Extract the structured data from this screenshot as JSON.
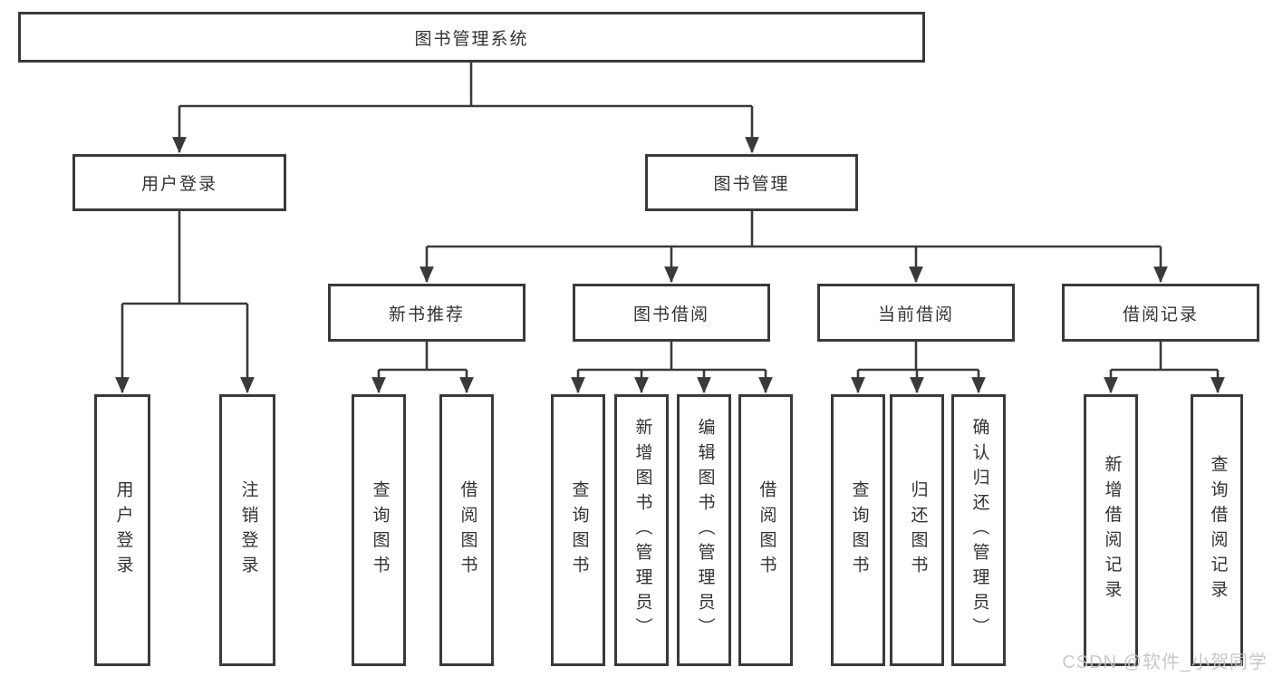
{
  "diagram": {
    "title_node": "图书管理系统",
    "nodes": {
      "root": "图书管理系统",
      "user_login": "用户登录",
      "book_management": "图书管理",
      "new_book_recommend": "新书推荐",
      "book_borrowing": "图书借阅",
      "current_borrowing": "当前借阅",
      "borrowing_records": "借阅记录",
      "leaf_user_login": "用户登录",
      "leaf_logout": "注销登录",
      "leaf_nb_query_books": "查询图书",
      "leaf_nb_borrow_books": "借阅图书",
      "leaf_bb_query_books": "查询图书",
      "leaf_bb_add_books": "新增图书（管理员）",
      "leaf_bb_edit_books": "编辑图书（管理员）",
      "leaf_bb_borrow_books": "借阅图书",
      "leaf_cb_query_books": "查询图书",
      "leaf_cb_return_books": "归还图书",
      "leaf_cb_confirm_return": "确认归还（管理员）",
      "leaf_br_add_record": "新增借阅记录",
      "leaf_br_query_record": "查询借阅记录"
    },
    "hierarchy": [
      {
        "parent": "图书管理系统",
        "children": [
          "用户登录",
          "图书管理"
        ]
      },
      {
        "parent": "用户登录",
        "children": [
          "用户登录",
          "注销登录"
        ]
      },
      {
        "parent": "图书管理",
        "children": [
          "新书推荐",
          "图书借阅",
          "当前借阅",
          "借阅记录"
        ]
      },
      {
        "parent": "新书推荐",
        "children": [
          "查询图书",
          "借阅图书"
        ]
      },
      {
        "parent": "图书借阅",
        "children": [
          "查询图书",
          "新增图书（管理员）",
          "编辑图书（管理员）",
          "借阅图书"
        ]
      },
      {
        "parent": "当前借阅",
        "children": [
          "查询图书",
          "归还图书",
          "确认归还（管理员）"
        ]
      },
      {
        "parent": "借阅记录",
        "children": [
          "新增借阅记录",
          "查询借阅记录"
        ]
      }
    ],
    "colors": {
      "line": "#3a3a3a",
      "text": "#333333",
      "background": "#ffffff",
      "watermark": "#c3c3c3"
    },
    "watermark": "CSDN @软件_小贺同学"
  }
}
